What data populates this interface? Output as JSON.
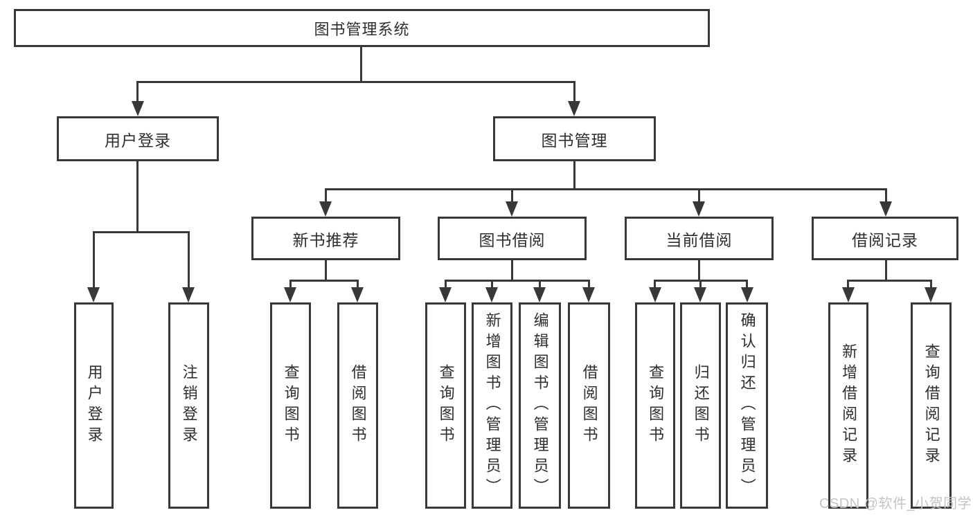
{
  "tree": {
    "label": "图书管理系统",
    "children": [
      {
        "label": "用户登录",
        "children": [
          {
            "label": "用户登录"
          },
          {
            "label": "注销登录"
          }
        ]
      },
      {
        "label": "图书管理",
        "children": [
          {
            "label": "新书推荐",
            "children": [
              {
                "label": "查询图书"
              },
              {
                "label": "借阅图书"
              }
            ]
          },
          {
            "label": "图书借阅",
            "children": [
              {
                "label": "查询图书"
              },
              {
                "label": "新增图书（管理员）"
              },
              {
                "label": "编辑图书（管理员）"
              },
              {
                "label": "借阅图书"
              }
            ]
          },
          {
            "label": "当前借阅",
            "children": [
              {
                "label": "查询图书"
              },
              {
                "label": "归还图书"
              },
              {
                "label": "确认归还（管理员）"
              }
            ]
          },
          {
            "label": "借阅记录",
            "children": [
              {
                "label": "新增借阅记录"
              },
              {
                "label": "查询借阅记录"
              }
            ]
          }
        ]
      }
    ]
  },
  "watermark": "CSDN @软件_小贺同学",
  "colors": {
    "line": "#383838",
    "text": "#2e2e2e",
    "watermark": "#c4c4c4",
    "background": "#ffffff"
  }
}
